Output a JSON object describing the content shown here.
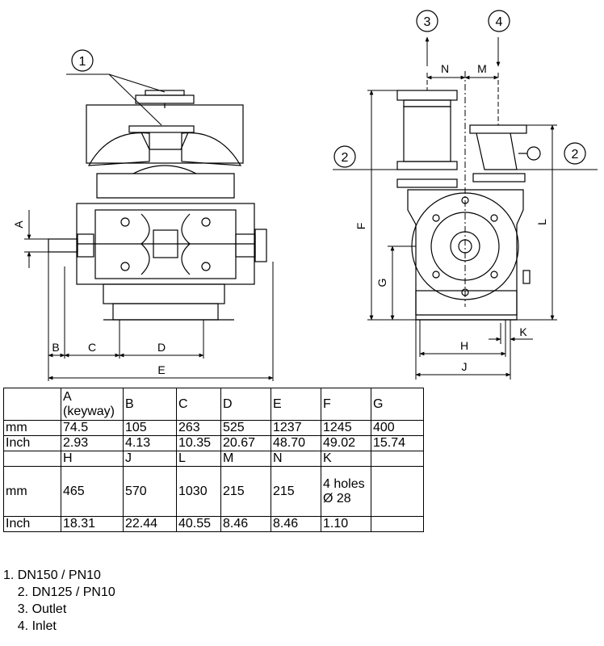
{
  "callouts": {
    "front_1": "1",
    "side_3": "3",
    "side_4": "4",
    "side_2_left": "2",
    "side_2_right": "2"
  },
  "dimension_labels": {
    "A": "A",
    "B": "B",
    "C": "C",
    "D": "D",
    "E": "E",
    "F": "F",
    "G": "G",
    "H": "H",
    "J": "J",
    "K": "K",
    "L": "L",
    "M": "M",
    "N": "N"
  },
  "table": {
    "rows": [
      [
        "",
        "A (keyway)",
        "B",
        "C",
        "D",
        "E",
        "F",
        "G"
      ],
      [
        "mm",
        "74.5",
        "105",
        "263",
        "525",
        "1237",
        "1245",
        "400"
      ],
      [
        "Inch",
        "2.93",
        "4.13",
        "10.35",
        "20.67",
        "48.70",
        "49.02",
        "15.74"
      ],
      [
        "",
        "H",
        "J",
        "L",
        "M",
        "N",
        "K",
        ""
      ],
      [
        "mm",
        "465",
        "570",
        "1030",
        "215",
        "215",
        "4 holes Ø 28",
        ""
      ],
      [
        "Inch",
        "18.31",
        "22.44",
        "40.55",
        "8.46",
        "8.46",
        "1.10",
        ""
      ]
    ]
  },
  "legend": [
    "1. DN150 / PN10",
    "    2. DN125 / PN10",
    "    3. Outlet",
    "    4. Inlet"
  ]
}
